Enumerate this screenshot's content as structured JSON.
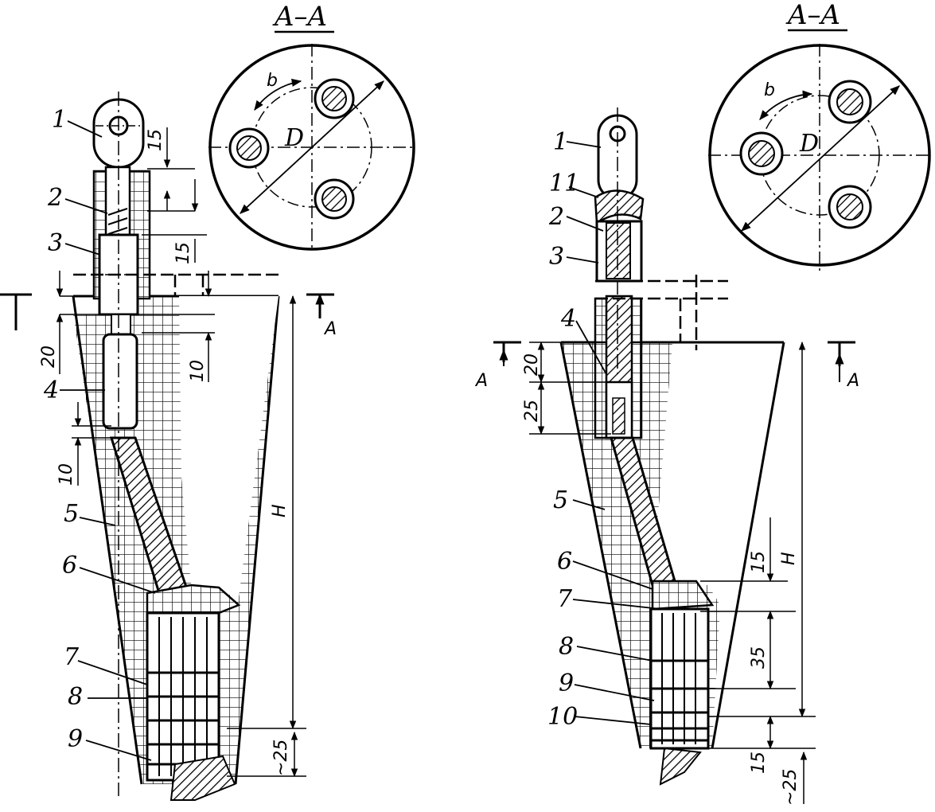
{
  "colors": {
    "ink": "#000000",
    "paper": "#ffffff"
  },
  "left_view": {
    "section_title": "A–A",
    "parts": [
      "1",
      "2",
      "3",
      "4",
      "5",
      "6",
      "7",
      "8",
      "9"
    ],
    "dims": {
      "d15a": "15",
      "d15b": "15",
      "d20": "20",
      "d10a": "10",
      "d10b": "10",
      "dH": "H",
      "d25": "~25"
    },
    "section": {
      "D": "D",
      "b": "b"
    },
    "cut": {
      "a": "A"
    }
  },
  "right_view": {
    "section_title": "A–A",
    "parts": [
      "1",
      "11",
      "2",
      "3",
      "4",
      "5",
      "6",
      "7",
      "8",
      "9",
      "10"
    ],
    "dims": {
      "d20": "20",
      "d25": "25",
      "d15a": "15",
      "d35": "35",
      "d15b": "15",
      "dH": "H",
      "d25b": "~25"
    },
    "section": {
      "D": "D",
      "b": "b"
    },
    "cut": {
      "a": "A"
    }
  }
}
